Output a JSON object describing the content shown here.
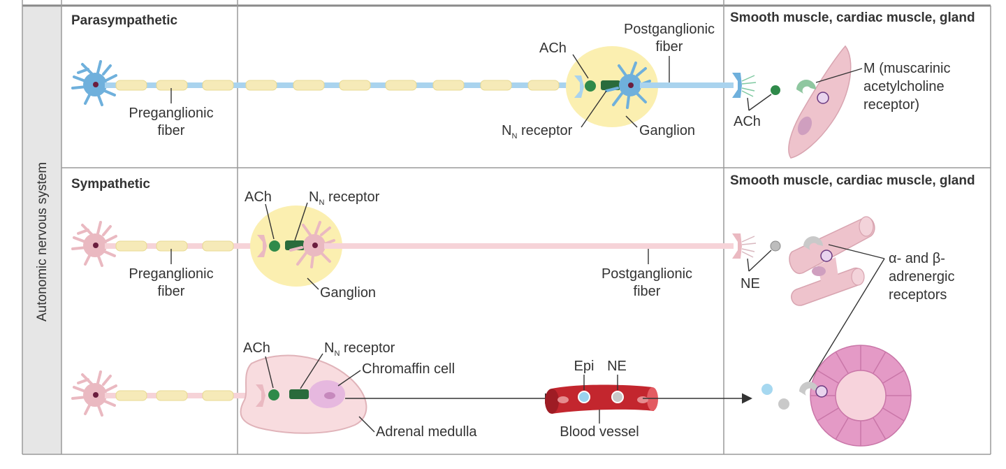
{
  "side_label": "Autonomic nervous system",
  "parasympathetic": {
    "row_title": "Parasympathetic",
    "target_header": "Smooth muscle, cardiac muscle, gland",
    "preganglionic_label": [
      "Preganglionic",
      "fiber"
    ],
    "postganglionic_label": [
      "Postganglionic",
      "fiber"
    ],
    "ach_ganglion": "ACh",
    "receptor_main": "N",
    "receptor_sub": "N",
    "receptor_word": " receptor",
    "ganglion_label": "Ganglion",
    "ach_target": "ACh",
    "muscarinic_label": [
      "M (muscarinic",
      "acetylcholine",
      "receptor)"
    ]
  },
  "sympathetic": {
    "row_title": "Sympathetic",
    "target_header": "Smooth muscle, cardiac muscle, gland",
    "ach_ganglion": "ACh",
    "receptor_main": "N",
    "receptor_sub": "N",
    "receptor_word": " receptor",
    "preganglionic_label": [
      "Preganglionic",
      "fiber"
    ],
    "ganglion_label": "Ganglion",
    "postganglionic_label": [
      "Postganglionic",
      "fiber"
    ],
    "ne_target": "NE",
    "adrenergic_label": [
      "α- and β-",
      "adrenergic",
      "receptors"
    ]
  },
  "adrenal": {
    "ach_label": "ACh",
    "receptor_main": "N",
    "receptor_sub": "N",
    "receptor_word": " receptor",
    "chromaffin_label": "Chromaffin cell",
    "medulla_label": "Adrenal medulla",
    "epi_label": "Epi",
    "ne_label": "NE",
    "vessel_label": "Blood vessel"
  },
  "colors": {
    "para_fiber": "#a9d3ee",
    "para_cell": "#6fb0dc",
    "symp_fiber": "#f6d3d8",
    "symp_cell": "#eab9c1",
    "myelin": "#f6eab8",
    "ganglion": "#fbefb0",
    "ach": "#2f8a4a",
    "receptor": "#2a6b3c",
    "muscle": "#eec3cc",
    "gland": "#e49ac6",
    "vessel": "#c3262e",
    "grid": "#9a9a9a",
    "side_band": "#e6e6e6"
  }
}
